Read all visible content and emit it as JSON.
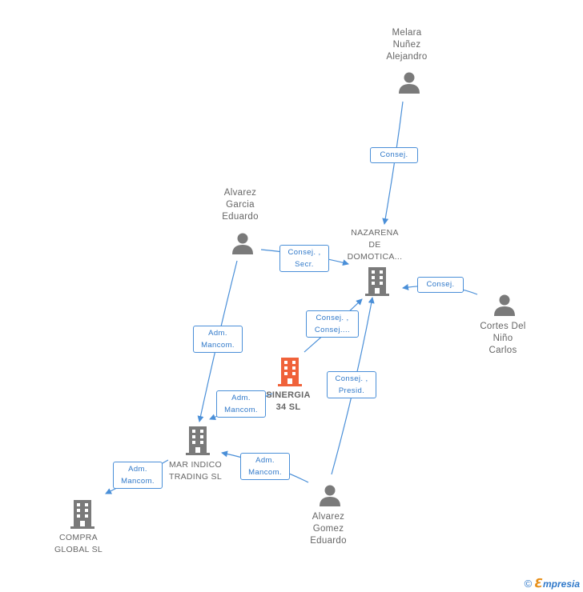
{
  "nodes": {
    "melara": "Melara\nNuñez\nAlejandro",
    "nazarena": "NAZARENA\nDE\nDOMOTICA...",
    "alvarez_garcia": "Alvarez\nGarcia\nEduardo",
    "cortes": "Cortes Del\nNiño\nCarlos",
    "sinergia": "SINERGIA\n34  SL",
    "mar_indico": "MAR INDICO\nTRADING SL",
    "compra_global": "COMPRA\nGLOBAL SL",
    "alvarez_gomez": "Alvarez\nGomez\nEduardo"
  },
  "edges": {
    "melara_nazarena": "Consej.",
    "alvarezgarcia_nazarena": "Consej. ,\nSecr.",
    "cortes_nazarena": "Consej.",
    "sinergia_nazarena": "Consej. ,\nConsej....",
    "alvarezgomez_nazarena": "Consej. ,\nPresid.",
    "alvarezgarcia_marindico": "Adm.\nMancom.",
    "sinergia_marindico": "Adm.\nMancom.",
    "alvarezgomez_marindico": "Adm.\nMancom.",
    "marindico_compraglobal": "Adm.\nMancom."
  },
  "footer": {
    "copyright": "©",
    "brand_e": "ℇ",
    "brand_rest": "mpresia"
  },
  "colors": {
    "edge": "#4a8fd8",
    "node_gray": "#7a7a7a",
    "focus": "#f0623a"
  }
}
